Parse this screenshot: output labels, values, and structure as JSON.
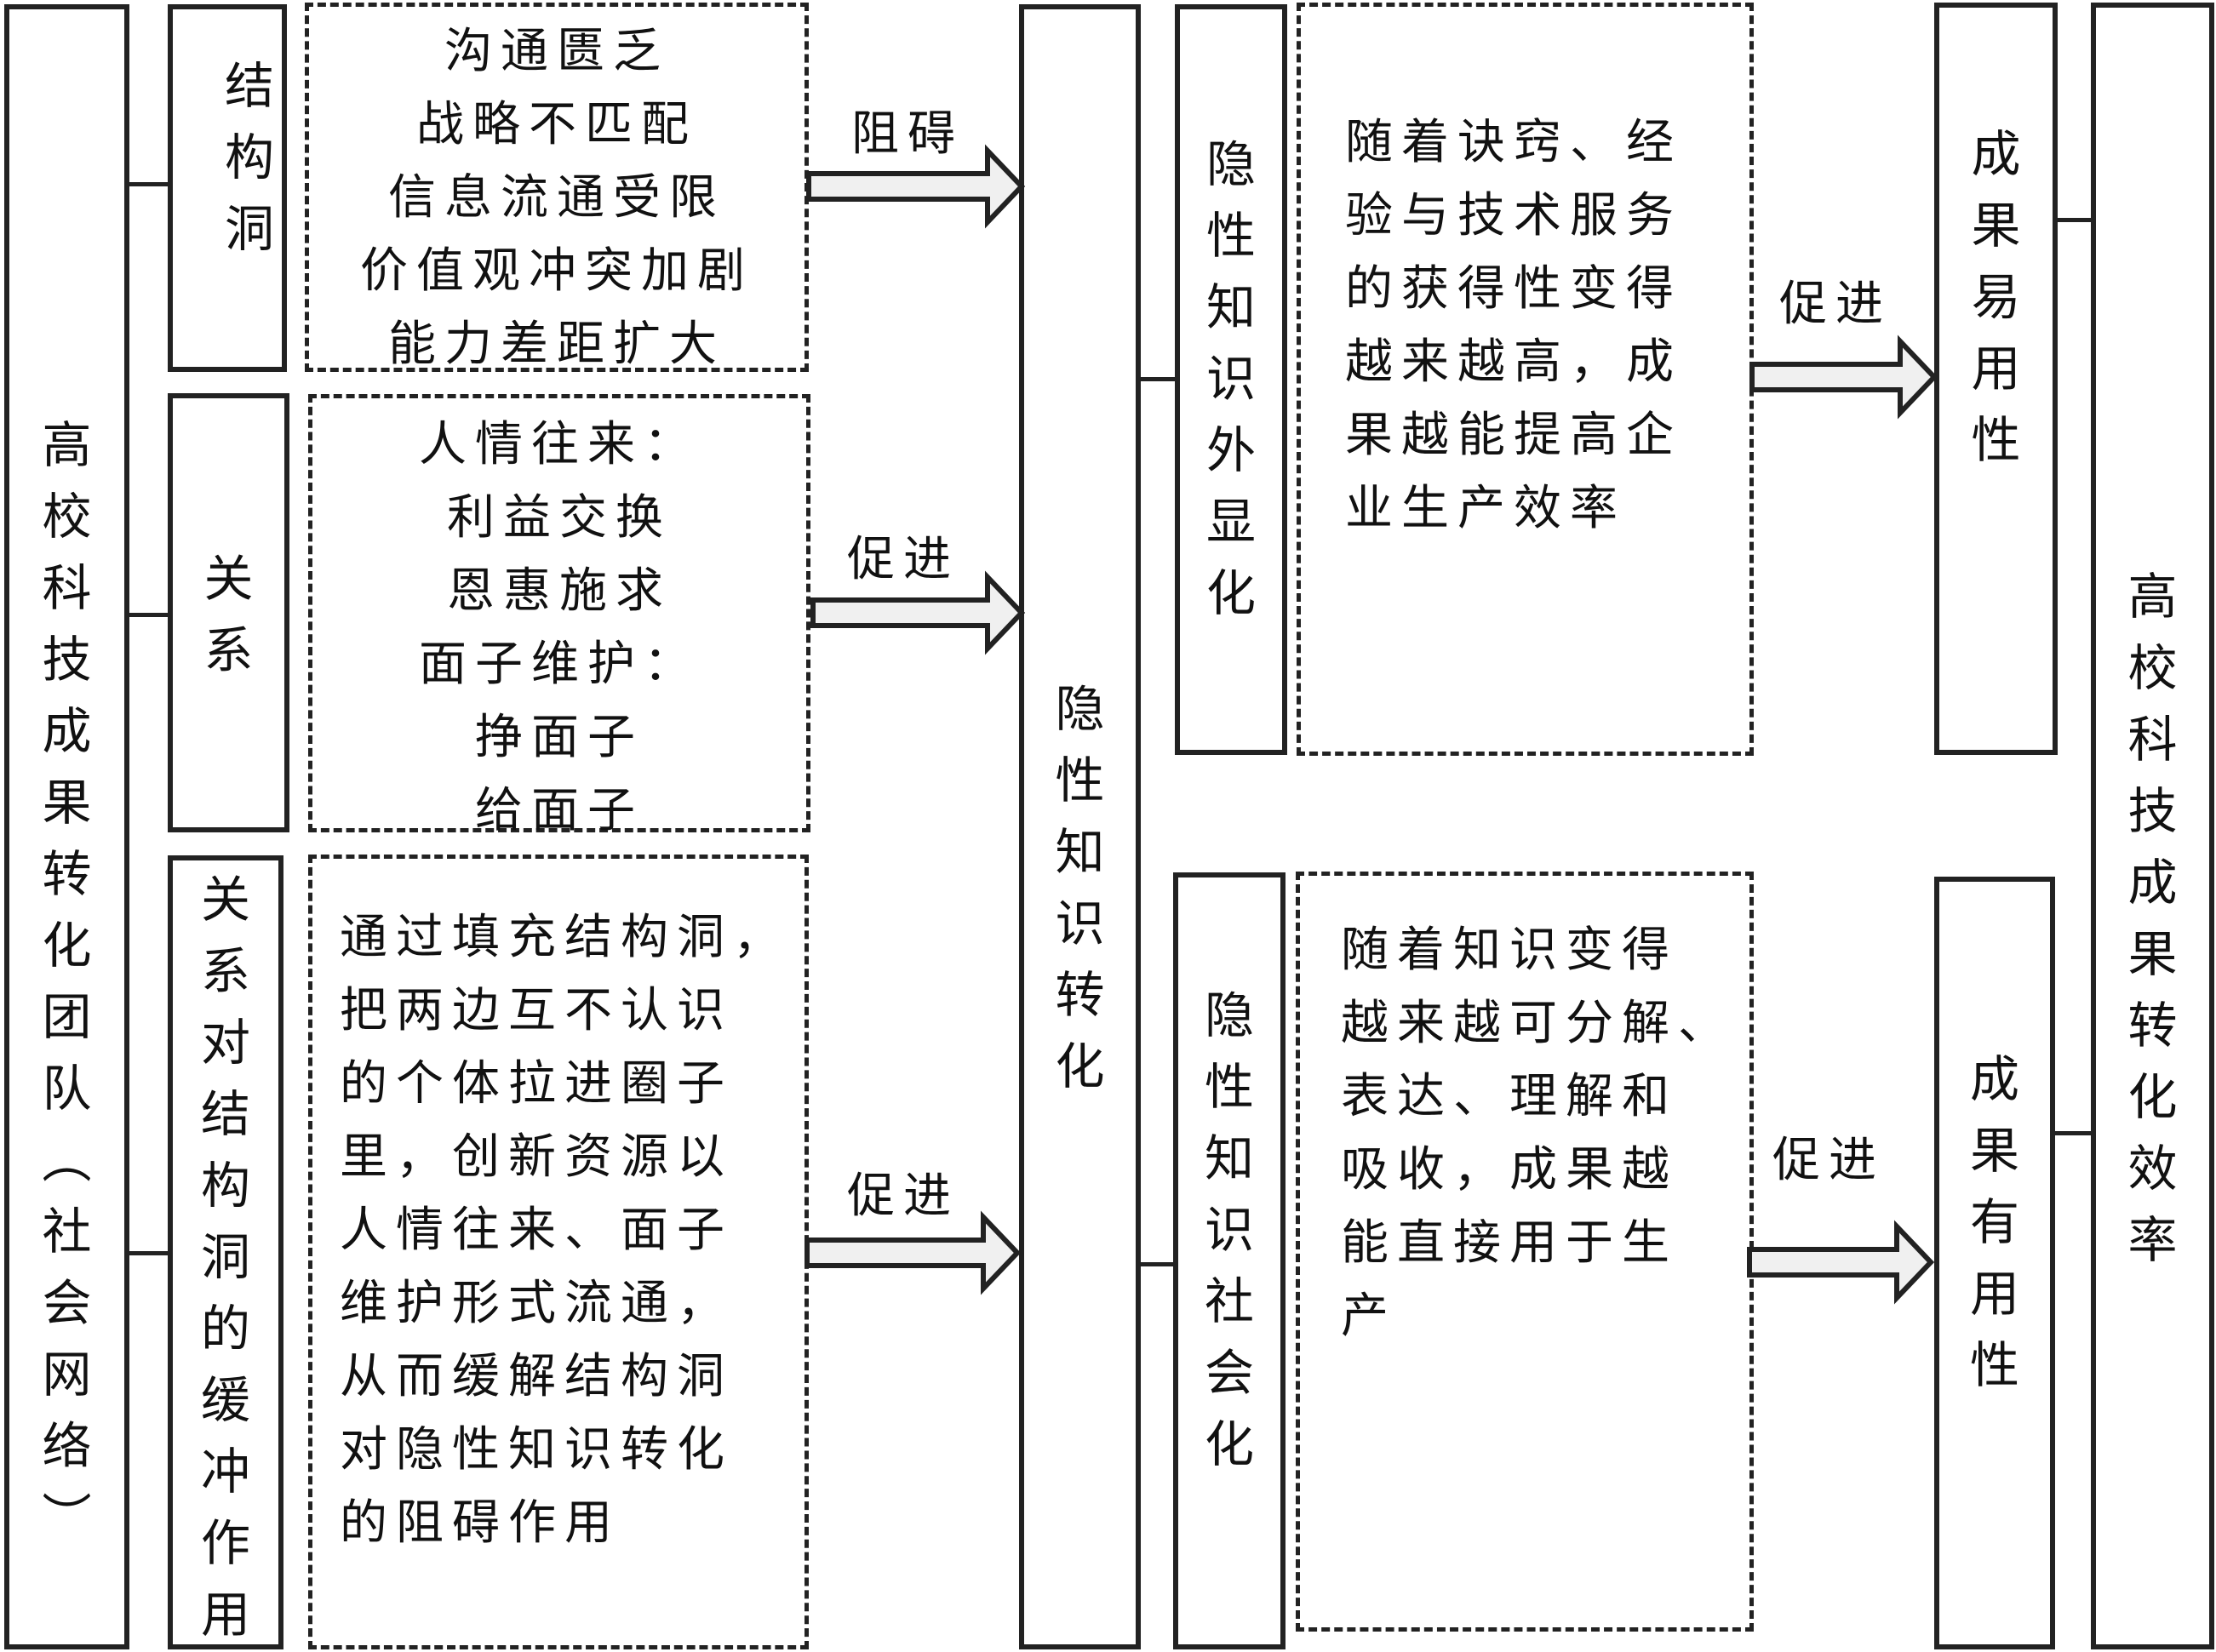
{
  "left_column": {
    "title": "高校科技成果转化团队（社会网络）"
  },
  "factors": [
    {
      "label": "结构洞",
      "details": [
        "沟通匮乏",
        "战略不匹配",
        "信息流通受限",
        "价值观冲突加剧",
        "能力差距扩大"
      ],
      "arrow_label": "阻碍"
    },
    {
      "label": "关系",
      "details": [
        "人情往来：",
        "利益交换",
        "恩惠施求",
        "面子维护：",
        "挣面子",
        "给面子"
      ],
      "arrow_label": "促进"
    },
    {
      "label": "关系对结构洞的缓冲作用",
      "details": [
        "通过填充结构洞，",
        "把两边互不认识",
        "的个体拉进圈子",
        "里，创新资源以",
        "人情往来、面子",
        "维护形式流通，",
        "从而缓解结构洞",
        "对隐性知识转化",
        "的阻碍作用"
      ],
      "arrow_label": "促进"
    }
  ],
  "center_column": {
    "title": "隐性知识转化"
  },
  "mechanisms": [
    {
      "label": "隐性知识外显化",
      "details": [
        "随着诀窍、经",
        "验与技术服务",
        "的获得性变得",
        "越来越高，成",
        "果越能提高企",
        "业生产效率"
      ],
      "arrow_label": "促进",
      "outcome": "成果易用性"
    },
    {
      "label": "隐性知识社会化",
      "details": [
        "随着知识变得",
        "越来越可分解、",
        "表达、理解和",
        "吸收，成果越",
        "能直接用于生",
        "产"
      ],
      "arrow_label": "促进",
      "outcome": "成果有用性"
    }
  ],
  "right_column": {
    "title": "高校科技成果转化效率"
  },
  "colors": {
    "stroke": "#222222",
    "arrow_fill": "#f0f0f0",
    "background": "#ffffff"
  }
}
